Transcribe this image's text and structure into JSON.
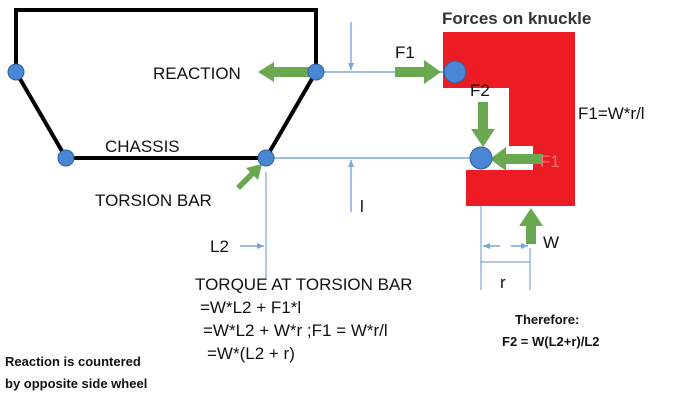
{
  "title": "Forces on knuckle",
  "labels": {
    "reaction": "REACTION",
    "chassis": "CHASSIS",
    "torsion_bar": "TORSION BAR",
    "f1_top": "F1",
    "f2": "F2",
    "f1_bottom": "F1",
    "w": "W",
    "l": "l",
    "l2": "L2",
    "r": "r",
    "f1_eq": "F1=W*r/l"
  },
  "torque": {
    "heading": "TORQUE AT TORSION BAR",
    "line1": "=W*L2 + F1*l",
    "line2": "=W*L2 + W*r   ;F1 = W*r/l",
    "line3": "=W*(L2 + r)"
  },
  "therefore": {
    "heading": "Therefore:",
    "result": "F2 = W(L2+r)/L2"
  },
  "note": {
    "line1": "Reaction is countered",
    "line2": "by opposite side wheel"
  },
  "colors": {
    "knuckle": "#ed1c24",
    "arrow": "#6aa84f",
    "joint": "#4a86d4",
    "frame": "#000000",
    "dimension": "#7da6d8"
  }
}
